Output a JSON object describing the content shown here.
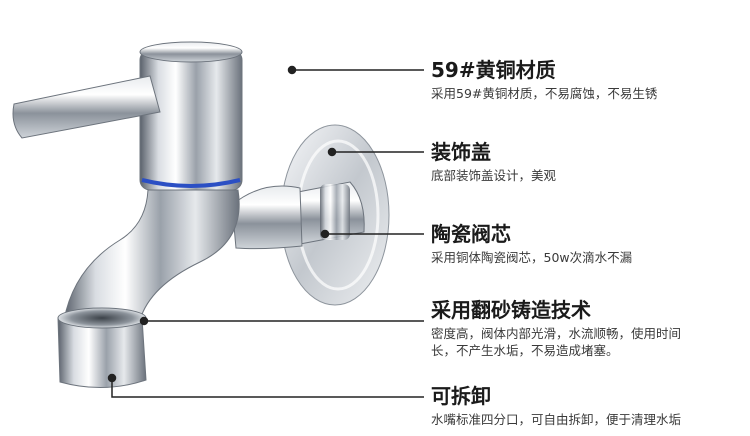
{
  "features": [
    {
      "title": "59#黄铜材质",
      "desc": "采用59#黄铜材质，不易腐蚀，不易生锈"
    },
    {
      "title": "装饰盖",
      "desc": "底部装饰盖设计，美观"
    },
    {
      "title": "陶瓷阀芯",
      "desc": "采用铜体陶瓷阀芯，50w次滴水不漏"
    },
    {
      "title": "采用翻砂铸造技术",
      "desc_line1": "密度高，阀体内部光滑，水流顺畅，使用时间",
      "desc_line2": "长，不产生水垢，不易造成堵塞。"
    },
    {
      "title": "可拆卸",
      "desc": "水嘴标准四分口，可自由拆卸，便于清理水垢"
    }
  ],
  "colors": {
    "title": "#1a1a1a",
    "desc": "#3a3a3a",
    "leader": "#222222",
    "ring": "#2b4fc4",
    "chrome_dark": "#5f6670",
    "chrome_light": "#f4f6f8"
  },
  "icons": [
    "faucet-illustration"
  ]
}
